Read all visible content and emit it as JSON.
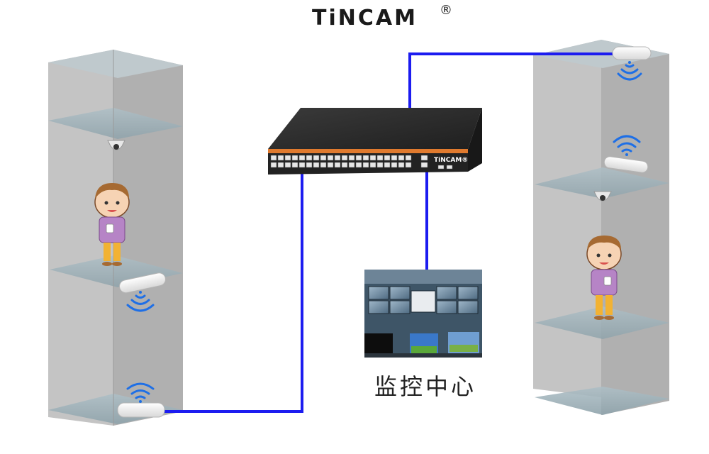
{
  "brand": {
    "name": "TiNCAM",
    "mark": "®"
  },
  "switch": {
    "label": "TiNCAM®"
  },
  "monitor_center": {
    "label": "监控中心"
  },
  "colors": {
    "cable": "#1c1cf0",
    "wifi": "#1e6fe6",
    "shaft": "#c6c6c6",
    "switch_body": "#2b2b2b",
    "switch_stripe": "#e07a2e"
  }
}
